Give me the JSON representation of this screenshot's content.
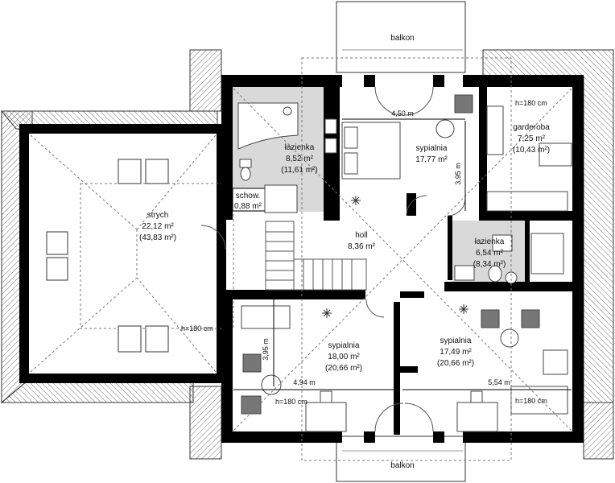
{
  "balconies": {
    "top_label": "balkon",
    "bottom_label": "balkon"
  },
  "rooms": {
    "strych": {
      "name": "strych",
      "area": "22,12 m²",
      "area2": "(43,83 m²)"
    },
    "lazienka1": {
      "name": "łazienka",
      "area": "8,52 m²",
      "area2": "(11,61 m²)"
    },
    "schowek": {
      "name": "schow.",
      "area": "0,88 m²"
    },
    "sypialnia1": {
      "name": "sypialnia",
      "area": "17,77 m²"
    },
    "garderoba": {
      "name": "garderoba",
      "area": "7,25 m²",
      "area2": "(10,43 m²)"
    },
    "holl": {
      "name": "holl",
      "area": "8,36 m²"
    },
    "lazienka2": {
      "name": "łazienka",
      "area": "6,54 m²",
      "area2": "(8,34 m²)"
    },
    "sypialnia2": {
      "name": "sypialnia",
      "area": "18,00 m²",
      "area2": "(20,66 m²)"
    },
    "sypialnia3": {
      "name": "sypialnia",
      "area": "17,49 m²",
      "area2": "(20,66 m²)"
    }
  },
  "dimensions": {
    "d450": "4,50 m",
    "d395a": "3,95 m",
    "d395b": "3,95 m",
    "d494": "4,94 m",
    "d554": "5,54 m"
  },
  "height_notes": {
    "garderoba": "h=180 cm",
    "strych": "h=180 cm",
    "sypialnia2": "h=180 cm",
    "sypialnia3": "h=180 cm"
  },
  "colors": {
    "wall": "#000000",
    "roof_hatch": "#6f6f6f",
    "bathroom_tile": "#d9d9d9",
    "line": "#555555"
  }
}
